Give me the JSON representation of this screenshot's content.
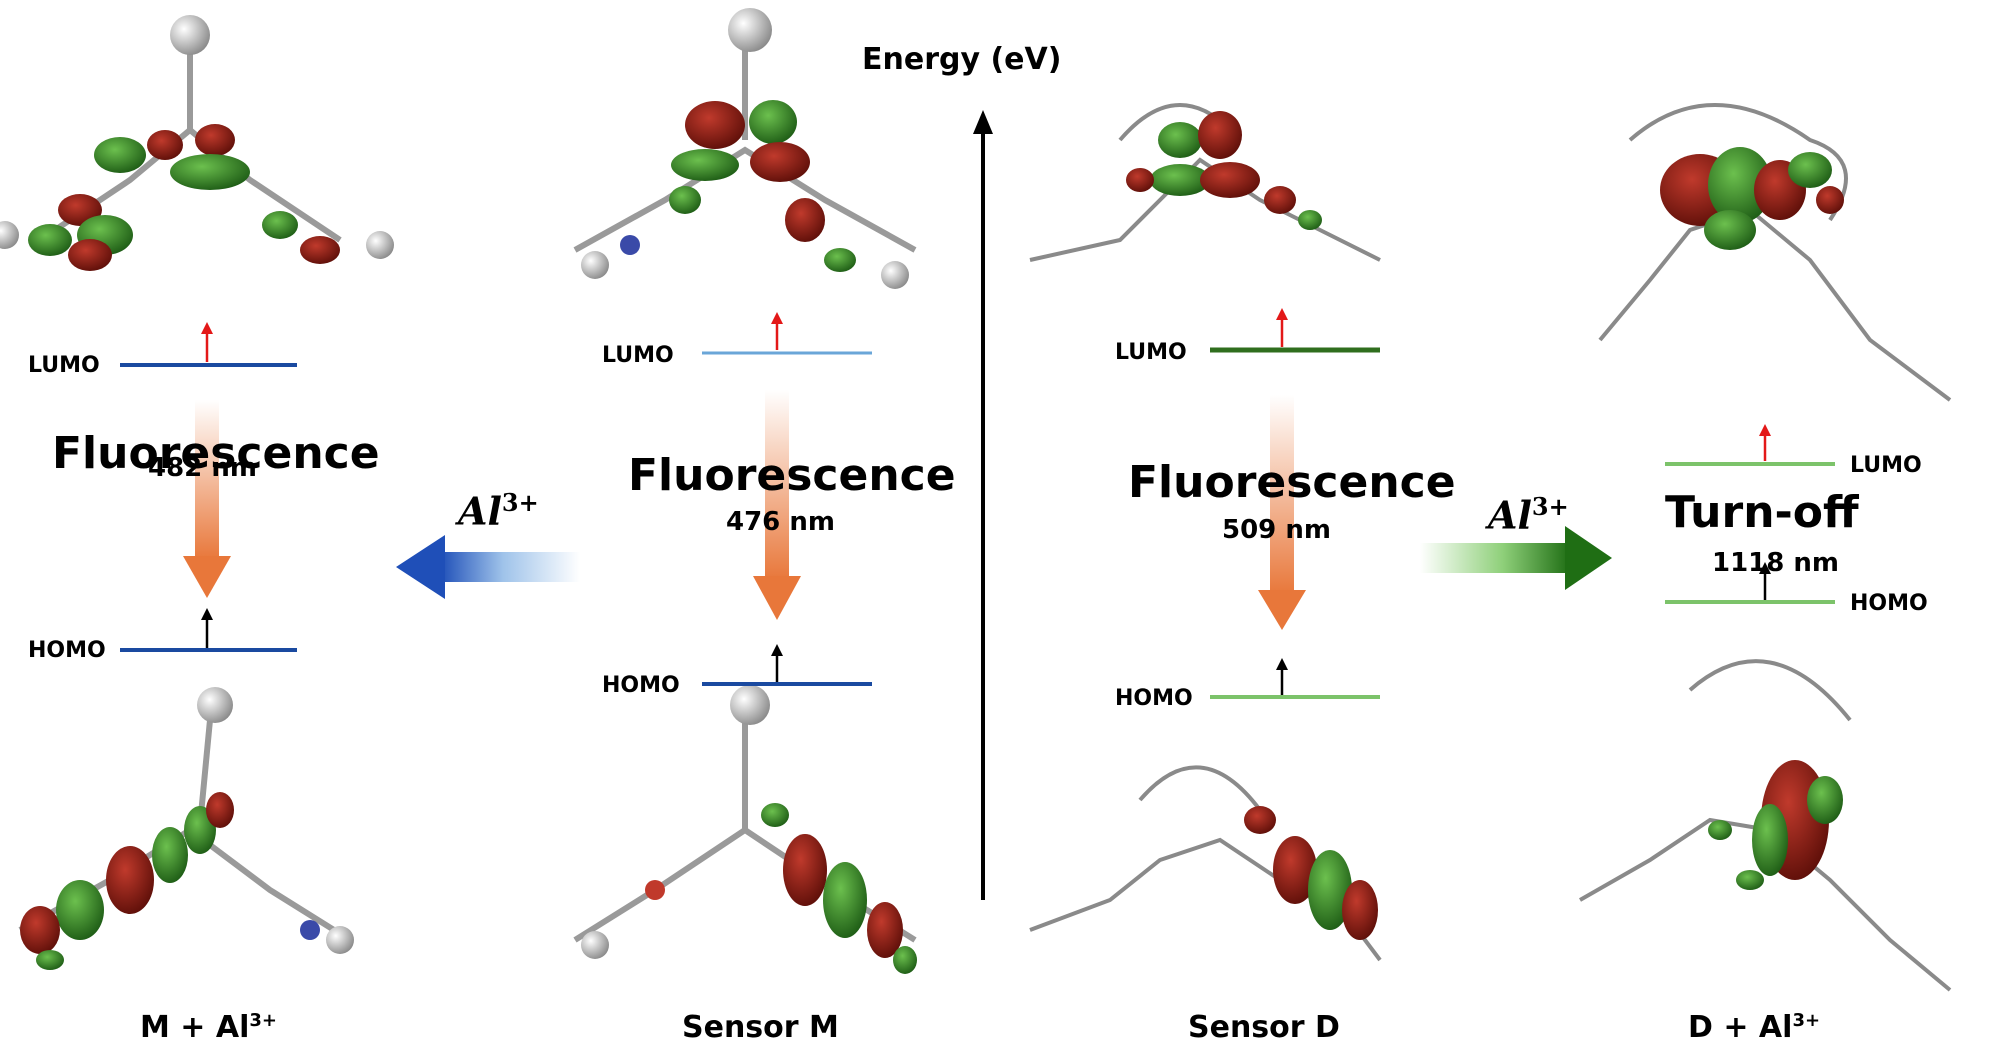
{
  "energy_axis": {
    "label": "Energy (eV)"
  },
  "panels": {
    "m_al": {
      "lumo_label": "LUMO",
      "homo_label": "HOMO",
      "transition": "Fluorescence",
      "wavelength": "482 nm",
      "caption": "M + Al",
      "caption_sup": "3+"
    },
    "sensor_m": {
      "lumo_label": "LUMO",
      "homo_label": "HOMO",
      "transition": "Fluorescence",
      "wavelength": "476 nm",
      "caption": "Sensor M"
    },
    "sensor_d": {
      "lumo_label": "LUMO",
      "homo_label": "HOMO",
      "transition": "Fluorescence",
      "wavelength": "509 nm",
      "caption": "Sensor D"
    },
    "d_al": {
      "lumo_label": "LUMO",
      "homo_label": "HOMO",
      "transition": "Turn-off",
      "wavelength": "1118 nm",
      "caption": "D + Al",
      "caption_sup": "3+"
    }
  },
  "arrows": {
    "left": {
      "ion": "Al",
      "ion_sup": "3+",
      "color": "#1f4fb8"
    },
    "right": {
      "ion": "Al",
      "ion_sup": "3+",
      "color": "#1f6e14"
    }
  },
  "colors": {
    "blue_level": "#1a4aa0",
    "light_blue_level": "#6aa6d8",
    "green_level": "#2f6e1e",
    "light_green_level": "#7cc36a",
    "orbital_red": "#8a1a12",
    "orbital_green": "#2e8a22",
    "electron_up": "#e31818",
    "fluor_arrow": "#e8773a"
  }
}
